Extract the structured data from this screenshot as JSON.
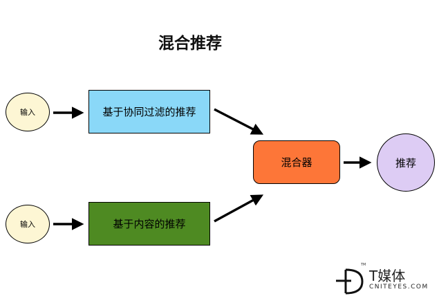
{
  "title": "混合推荐",
  "nodes": {
    "input_top": "输入",
    "input_bottom": "输入",
    "collaborative": "基于协同过滤的推荐",
    "content_based": "基于内容的推荐",
    "mixer": "混合器",
    "output": "推荐"
  },
  "colors": {
    "input_fill": "#fdf6d4",
    "collaborative_fill": "#8ad8f8",
    "content_based_fill": "#4e8a22",
    "mixer_fill": "#fd7638",
    "output_fill": "#ddccf4"
  },
  "logo": {
    "name_cn": "T媒体",
    "name_en": "CNITEYES.COM",
    "mark": "TM"
  }
}
